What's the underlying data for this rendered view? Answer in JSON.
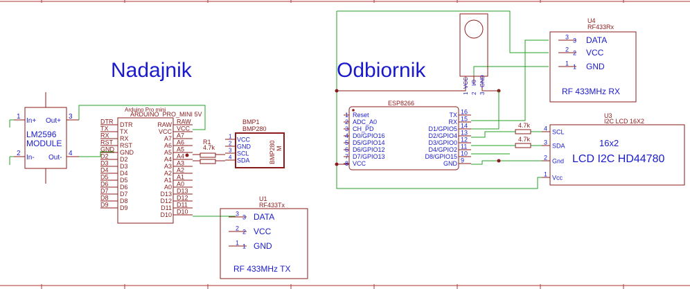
{
  "titles": {
    "transmitter": "Nadajnik",
    "receiver": "Odbiornik"
  },
  "lm2596": {
    "name": "LM2596\nMODULE",
    "name_line1": "LM2596",
    "name_line2": "MODULE",
    "pins": [
      {
        "num": "1",
        "label": "In+"
      },
      {
        "num": "2",
        "label": "In-"
      },
      {
        "num": "3",
        "label": "Out+"
      },
      {
        "num": "4",
        "label": "Out-"
      }
    ]
  },
  "arduino": {
    "value": "ARDUINO_PRO_MINI 5V",
    "name": "Arduino Pro mini",
    "left_pins": [
      "DTR",
      "TX",
      "RX",
      "RST",
      "GND",
      "D2",
      "D3",
      "D4",
      "D5",
      "D6",
      "D7",
      "D8",
      "D9"
    ],
    "right_pins": [
      "RAW",
      "VCC",
      "A7",
      "A6",
      "A5",
      "A4",
      "A3",
      "A2",
      "A1",
      "A0",
      "D13",
      "D12",
      "D11",
      "D10"
    ]
  },
  "bmp280": {
    "ref": "BMP1",
    "value": "BMP280",
    "body": "BMP280",
    "side": "M",
    "pins": [
      {
        "num": "1",
        "label": "VCC"
      },
      {
        "num": "2",
        "label": "GND"
      },
      {
        "num": "3",
        "label": "SCL"
      },
      {
        "num": "4",
        "label": "SDA"
      }
    ]
  },
  "r1": {
    "ref": "R1",
    "value": "4.7k"
  },
  "rf_tx": {
    "ref": "U1",
    "value": "RF433Tx",
    "title": "RF 433MHz TX",
    "pins": [
      {
        "num": "3",
        "label": "DATA"
      },
      {
        "num": "2",
        "label": "VCC"
      },
      {
        "num": "1",
        "label": "GND"
      }
    ]
  },
  "rf_rx": {
    "ref": "U4",
    "value": "RF433Rx",
    "title": "RF 433MHz RX",
    "pins": [
      {
        "num": "3",
        "label": "DATA"
      },
      {
        "num": "2",
        "label": "VCC"
      },
      {
        "num": "1",
        "label": "GND"
      }
    ]
  },
  "dht": {
    "pins": [
      "VCC",
      "I/0",
      "GND"
    ],
    "nums": [
      "1",
      "2",
      "3"
    ]
  },
  "esp8266": {
    "name": "ESP8266",
    "left_pins": [
      {
        "num": "1",
        "label": "Reset"
      },
      {
        "num": "2",
        "label": "ADC_A0"
      },
      {
        "num": "3",
        "label": "CH_PD"
      },
      {
        "num": "4",
        "label": "D0/GPIO16"
      },
      {
        "num": "5",
        "label": "D5/GPIO14"
      },
      {
        "num": "6",
        "label": "D6/GPIO12"
      },
      {
        "num": "7",
        "label": "D7/GPIO13"
      },
      {
        "num": "8",
        "label": "VCC"
      }
    ],
    "right_pins": [
      {
        "num": "16",
        "label": "TX"
      },
      {
        "num": "15",
        "label": "RX"
      },
      {
        "num": "14",
        "label": "D1/GPIO5"
      },
      {
        "num": "13",
        "label": "D2/GPIO4"
      },
      {
        "num": "12",
        "label": "D3/GPIO0"
      },
      {
        "num": "11",
        "label": "D4/GPIO2"
      },
      {
        "num": "10",
        "label": "D8/GPIO15"
      },
      {
        "num": "9",
        "label": "GND"
      }
    ]
  },
  "lcd": {
    "ref": "U3",
    "value": "I2C LCD 16X2",
    "line1": "16x2",
    "line2": "LCD I2C HD44780",
    "pins": [
      {
        "num": "4",
        "label": "SCL"
      },
      {
        "num": "3",
        "label": "SDA"
      },
      {
        "num": "2",
        "label": "Gnd"
      },
      {
        "num": "1",
        "label": "Vcc"
      }
    ]
  },
  "rx_resistors": [
    "4.7k",
    "4.7k"
  ],
  "colors": {
    "component": "#8b1a1a",
    "wire": "#22a022",
    "label": "#1a1acc",
    "frame": "#b03030"
  }
}
